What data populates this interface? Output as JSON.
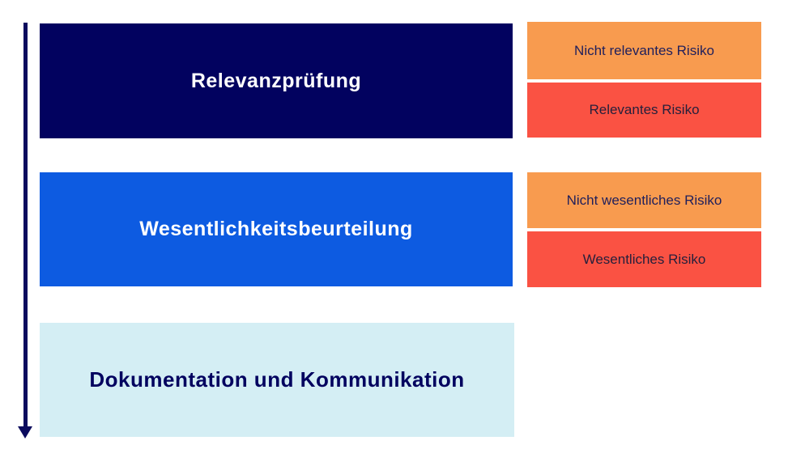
{
  "colors": {
    "navy": "#02025f",
    "blue": "#0d5be1",
    "lightblue": "#d4eef4",
    "orange": "#f89b4f",
    "red": "#fa5243",
    "arrow": "#0b0b5e",
    "white": "#ffffff",
    "navytext": "#1f1f5c",
    "darktext": "#26203c"
  },
  "diagram": {
    "flow_direction": "top-to-bottom",
    "stages": [
      {
        "label": "Relevanzprüfung",
        "bg": "#02025f",
        "text_color": "#ffffff",
        "outcomes": [
          {
            "label": "Nicht relevantes Risiko",
            "bg": "#f89b4f",
            "text_color": "#1f1f5c"
          },
          {
            "label": "Relevantes Risiko",
            "bg": "#fa5243",
            "text_color": "#26203c"
          }
        ]
      },
      {
        "label": "Wesentlichkeitsbeurteilung",
        "bg": "#0d5be1",
        "text_color": "#ffffff",
        "outcomes": [
          {
            "label": "Nicht wesentliches Risiko",
            "bg": "#f89b4f",
            "text_color": "#1f1f5c"
          },
          {
            "label": "Wesentliches Risiko",
            "bg": "#fa5243",
            "text_color": "#26203c"
          }
        ]
      },
      {
        "label": "Dokumentation und Kommunikation",
        "bg": "#d4eef4",
        "text_color": "#02025f",
        "outcomes": []
      }
    ]
  }
}
